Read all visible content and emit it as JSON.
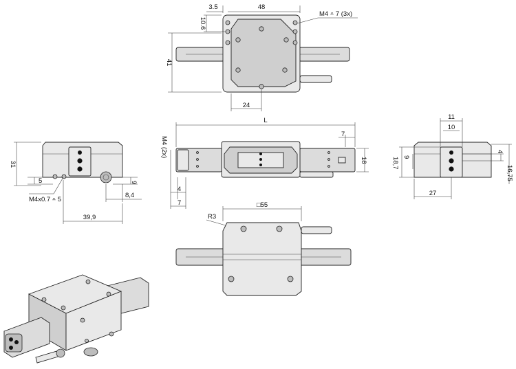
{
  "dimensions": {
    "top_3_5": "3.5",
    "top_48": "48",
    "top_10_6": "10.6",
    "top_41": "41",
    "top_24": "24",
    "top_thread": "M4 ⩡ 7 (3x)",
    "left_31": "31",
    "left_5": "5",
    "left_9": "9",
    "left_8_4": "8,4",
    "left_thread": "M4x0.7 ⩡ 5",
    "left_39_9": "39,9",
    "front_L": "L",
    "front_M4": "M4 (2x)",
    "front_7_top": "7",
    "front_18": "18",
    "front_4": "4",
    "front_7_bottom": "7",
    "right_11": "11",
    "right_10": "10",
    "right_9": "9",
    "right_4": "4",
    "right_18_7": "18,7",
    "right_16_75": "16,75",
    "right_27": "27",
    "bottom_55": "□55",
    "bottom_R3": "R3"
  }
}
